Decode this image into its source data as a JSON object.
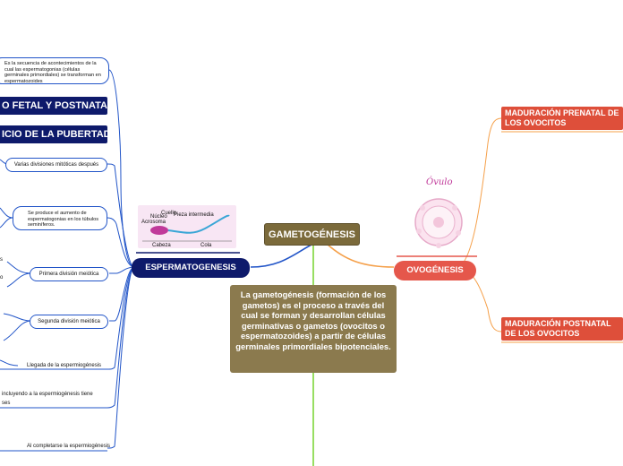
{
  "central": {
    "title": "GAMETOGÉNESIS"
  },
  "description": "La gametogénesis (formación de los gametos) es el proceso a través del cual se forman y desarrollan células germinativas o gametos (ovocitos o espermatozoides) a partir de células germinales primordiales bipotenciales.",
  "espermatogenesis": {
    "label": "ESPERMATOGENESIS",
    "definition": "Es la secuencia  de acontecimientos de la cual las espermatogonias (células germinales primordiales) se transforman en espermatozoides",
    "fetal": "O FETAL Y POSTNATAL",
    "pubertad": "ICIO DE LA PUBERTAD",
    "mitoticas": "Varias divisiones mitóticas después",
    "aumento": "Se  produce el aumento de espermatogonias en los túbulos seminíferos.",
    "primera": "Primera división meiótica",
    "segunda": "Segunda división meiótica",
    "llegada": "Llegada de la espermiogénesis",
    "incluyendo": "incluyendo a la espermiogénesis tiene",
    "fases": "ses",
    "completarse": "Al completarse la espermiogénesis",
    "image_labels": {
      "nucleo": "Núcleo",
      "acrosoma": "Acrosoma",
      "pieza": "Pieza intermedia",
      "cuello": "Cuello",
      "cabeza": "Cabeza",
      "cola": "Cola"
    }
  },
  "ovogenesis": {
    "label": "OVOGÉNESIS",
    "prenatal": "MADURACIÓN PRENATAL DE LOS OVOCITOS",
    "postnatal": "MADURACIÓN POSTNATAL DE LOS OVOCITOS",
    "image_title": "Óvulo"
  },
  "colors": {
    "navy": "#0e1a6b",
    "link_blue": "#2255c8",
    "brown": "#7b6a3b",
    "salmon": "#e5574b",
    "orange_link": "#f5a04a",
    "green_link": "#7fd63a"
  }
}
